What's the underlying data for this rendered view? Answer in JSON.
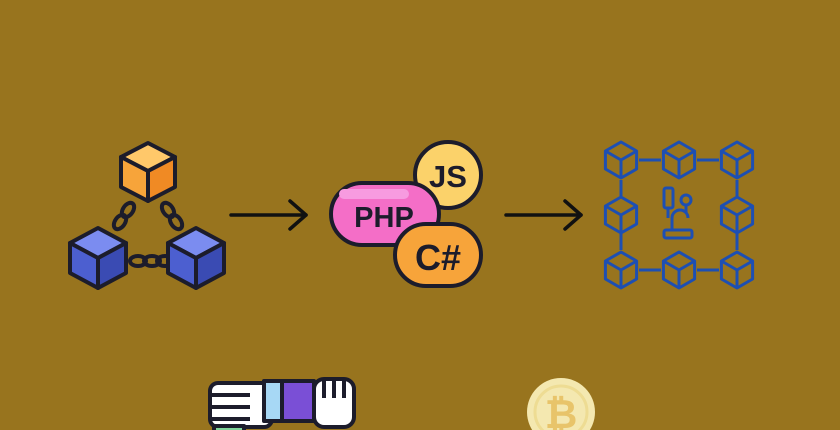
{
  "background": "#98741e",
  "diagram": {
    "left_icon": {
      "name": "blockchain-network-icon",
      "colors": {
        "top_cube": "#f7a43a",
        "bottom_cubes": "#4c5fd0",
        "outline": "#1c1c2b"
      }
    },
    "middle_icon": {
      "name": "programming-languages-icon",
      "labels": {
        "php": "PHP",
        "js": "JS",
        "csharp": "C#"
      },
      "colors": {
        "php": "#f46ec7",
        "js": "#fbd26a",
        "csharp": "#f7a43a",
        "outline": "#1c1c2b"
      }
    },
    "right_icon": {
      "name": "blockchain-smart-contract-icon",
      "colors": {
        "stroke": "#1d4fb3"
      }
    },
    "arrow_color": "#111111"
  },
  "bottom": {
    "handshake_icon": {
      "name": "handshake-icon"
    },
    "coin_icon": {
      "name": "bitcoin-coin-icon",
      "symbol": "₿",
      "colors": {
        "coin": "#f4e8b0",
        "symbol": "#e8c46a"
      }
    }
  }
}
